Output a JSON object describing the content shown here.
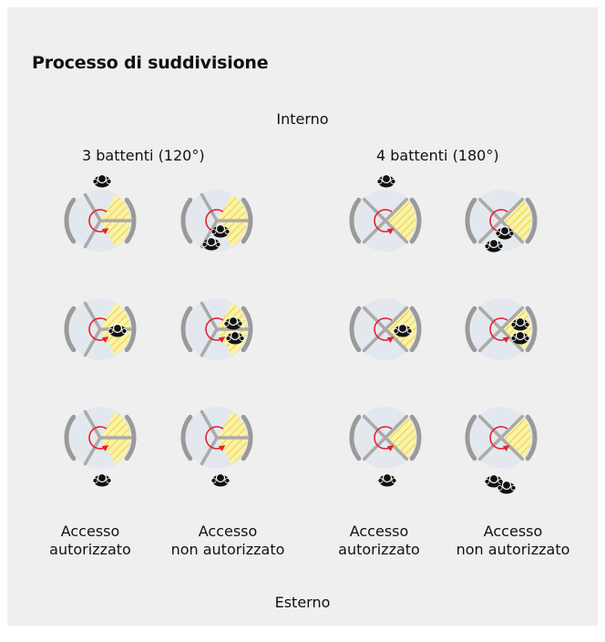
{
  "title": "Processo di suddivisione",
  "labels": {
    "top": "Interno",
    "bottom": "Esterno"
  },
  "groups": [
    {
      "label": "3 battenti (120°)"
    },
    {
      "label": "4 battenti (180°)"
    }
  ],
  "captions": [
    {
      "line1": "Accesso",
      "line2": "autorizzato"
    },
    {
      "line1": "Accesso",
      "line2": "non autorizzato"
    },
    {
      "line1": "Accesso",
      "line2": "autorizzato"
    },
    {
      "line1": "Accesso",
      "line2": "non autorizzato"
    }
  ],
  "colors": {
    "panel": "#efefef",
    "disc": "#e3e8ee",
    "arc": "#9a9a9a",
    "wing": "#aaaaaa",
    "zone": "#fbf2a6",
    "hatch": "#e8d24a",
    "arrow": "#e8202a",
    "person": "#111111"
  },
  "icons": [
    "person-icon",
    "rotation-arrow-icon",
    "door-wing-icon"
  ]
}
